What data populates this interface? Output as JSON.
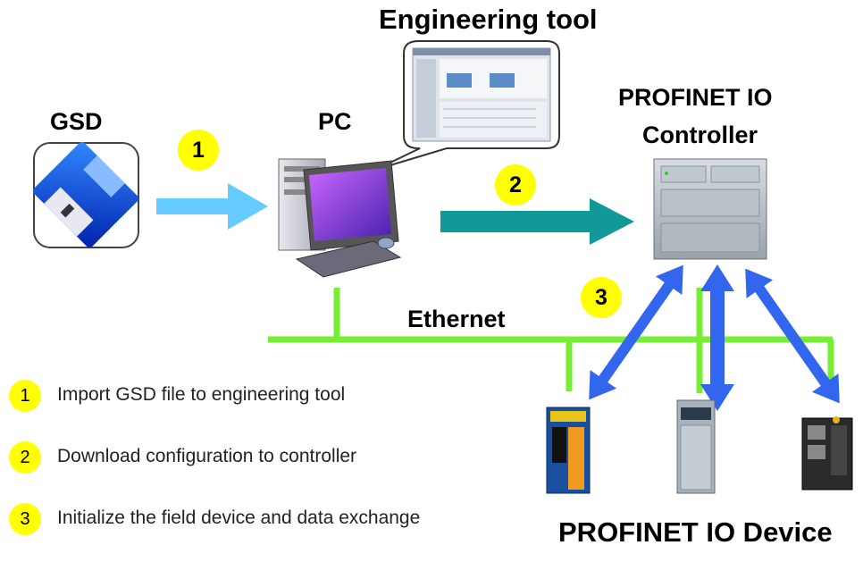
{
  "labels": {
    "engineering_tool": "Engineering tool",
    "gsd": "GSD",
    "pc": "PC",
    "controller_line1": "PROFINET IO",
    "controller_line2": "Controller",
    "ethernet": "Ethernet",
    "device": "PROFINET IO Device"
  },
  "badges": [
    "1",
    "2",
    "3"
  ],
  "steps": [
    {
      "num": "1",
      "text": "Import GSD file to engineering tool"
    },
    {
      "num": "2",
      "text": "Download configuration to controller"
    },
    {
      "num": "3",
      "text": "Initialize the field device and data exchange"
    }
  ],
  "colors": {
    "ethernet": "#77ee33",
    "badge": "#ffff00",
    "arrow_gsd_pc": "#66ccff",
    "arrow_pc_controller": "#119999",
    "arrow_device": "#3366ee"
  }
}
